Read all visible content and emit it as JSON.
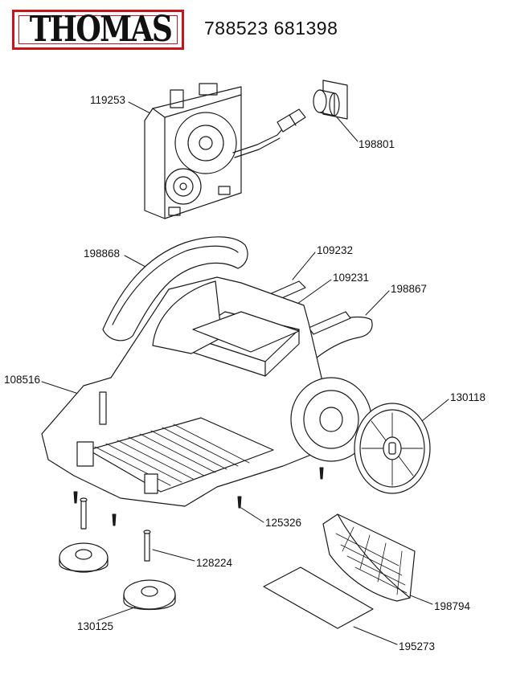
{
  "brand": {
    "logo_text": "THOMAS",
    "accent": "#c8151b"
  },
  "document": {
    "title": "788523 681398"
  },
  "parts": [
    {
      "id": "motor-housing",
      "number": "119253"
    },
    {
      "id": "hose-connector",
      "number": "198801"
    },
    {
      "id": "handle-cover",
      "number": "198868"
    },
    {
      "id": "filter-strip-small",
      "number": "109232"
    },
    {
      "id": "filter-pad",
      "number": "109231"
    },
    {
      "id": "side-cover",
      "number": "198867"
    },
    {
      "id": "base-chassis",
      "number": "108516"
    },
    {
      "id": "wheel",
      "number": "130118"
    },
    {
      "id": "screw",
      "number": "125326"
    },
    {
      "id": "axle-pin",
      "number": "128224"
    },
    {
      "id": "castor",
      "number": "130125"
    },
    {
      "id": "grille",
      "number": "198794"
    },
    {
      "id": "filter-sheet",
      "number": "195273"
    }
  ]
}
